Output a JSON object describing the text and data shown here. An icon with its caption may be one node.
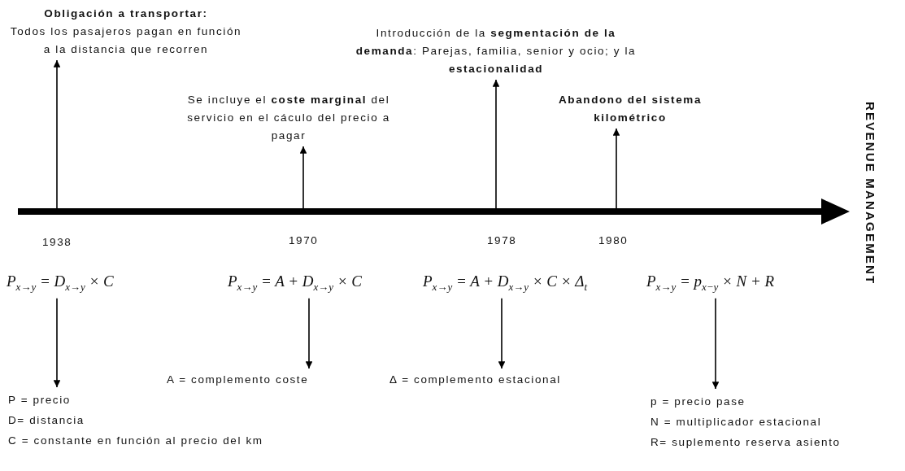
{
  "diagram": {
    "nodes": [
      {
        "text": [
          "Obligación a transportar:",
          "Todos los pasajeros pagan en función a la distancia que recorren"
        ]
      },
      {
        "text": [
          "Se incluye el **coste marginal** del servicio en el cáculo del precio a pagar"
        ]
      },
      {
        "text": [
          "Introducción de la **segmentación de la demanda**: Parejas, familia, senior y ocio; y la **estacionalidad**"
        ]
      },
      {
        "text": [
          "Abandono del sistema kilométrico"
        ]
      },
      {
        "text": [
          "P$_{x→y}$ = D$_{x→y}$ × C"
        ]
      },
      {
        "text": [
          "P$_{x→y}$ = A + D$_{x→y}$ × C"
        ]
      },
      {
        "text": [
          "P$_{x→y}$ = A + D$_{x→y}$ × C × Δ$_{t}$"
        ]
      },
      {
        "text": [
          "P$_{x→y}$ = p$_{x−y}$ × N + R"
        ]
      },
      {
        "text": [
          "P = precio",
          "D= distancia",
          "C = constante en función al precio del km"
        ]
      },
      {
        "text": [
          "A = complemento coste"
        ]
      },
      {
        "text": [
          "Δ = complemento estacional"
        ]
      },
      {
        "text": [
          "p = precio pase",
          "N = multiplicador estacional",
          "R= suplemento reserva asiento"
        ]
      }
    ],
    "edges": [
      {
        "from": null,
        "to": 0,
        "arrow": "to"
      },
      {
        "from": null,
        "to": 1,
        "arrow": "to"
      },
      {
        "from": null,
        "to": 2,
        "arrow": "to"
      },
      {
        "from": null,
        "to": 3,
        "arrow": "to"
      },
      {
        "from": 4,
        "to": 8,
        "arrow": "to"
      },
      {
        "from": 5,
        "to": 9,
        "arrow": "to"
      },
      {
        "from": 6,
        "to": 10,
        "arrow": "to"
      },
      {
        "from": 7,
        "to": 11,
        "arrow": "to"
      }
    ],
    "labels": [
      "1938",
      "1970",
      "1978",
      "1980",
      "REVENUE MANAGEMENT"
    ]
  }
}
